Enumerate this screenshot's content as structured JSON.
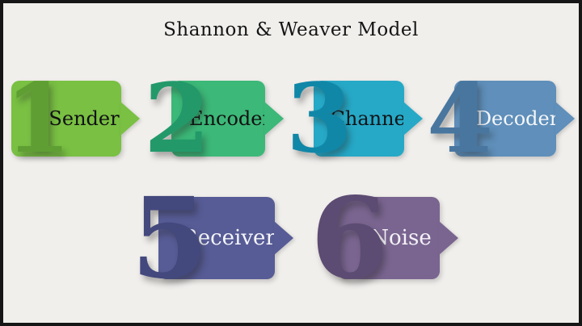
{
  "title": "Shannon & Weaver Model",
  "steps": [
    {
      "number": "1",
      "label": "Sender",
      "banner_color": "#79c043",
      "number_color": "#5f9e33",
      "label_color": "#111111"
    },
    {
      "number": "2",
      "label": "Encoder",
      "banner_color": "#3cb878",
      "number_color": "#23996a",
      "label_color": "#111111"
    },
    {
      "number": "3",
      "label": "Channel",
      "banner_color": "#26a9c7",
      "number_color": "#1187a8",
      "label_color": "#101418"
    },
    {
      "number": "4",
      "label": "Decoder",
      "banner_color": "#5f8fba",
      "number_color": "#48769f",
      "label_color": "#f5f7fa"
    },
    {
      "number": "5",
      "label": "Receiver",
      "banner_color": "#575c96",
      "number_color": "#43487d",
      "label_color": "#f5f5fa"
    },
    {
      "number": "6",
      "label": "Noise",
      "banner_color": "#7a6590",
      "number_color": "#5c4b72",
      "label_color": "#f5f2f8"
    }
  ],
  "colors": {
    "background": "#f1efec",
    "border": "#161616",
    "title": "#141414"
  }
}
